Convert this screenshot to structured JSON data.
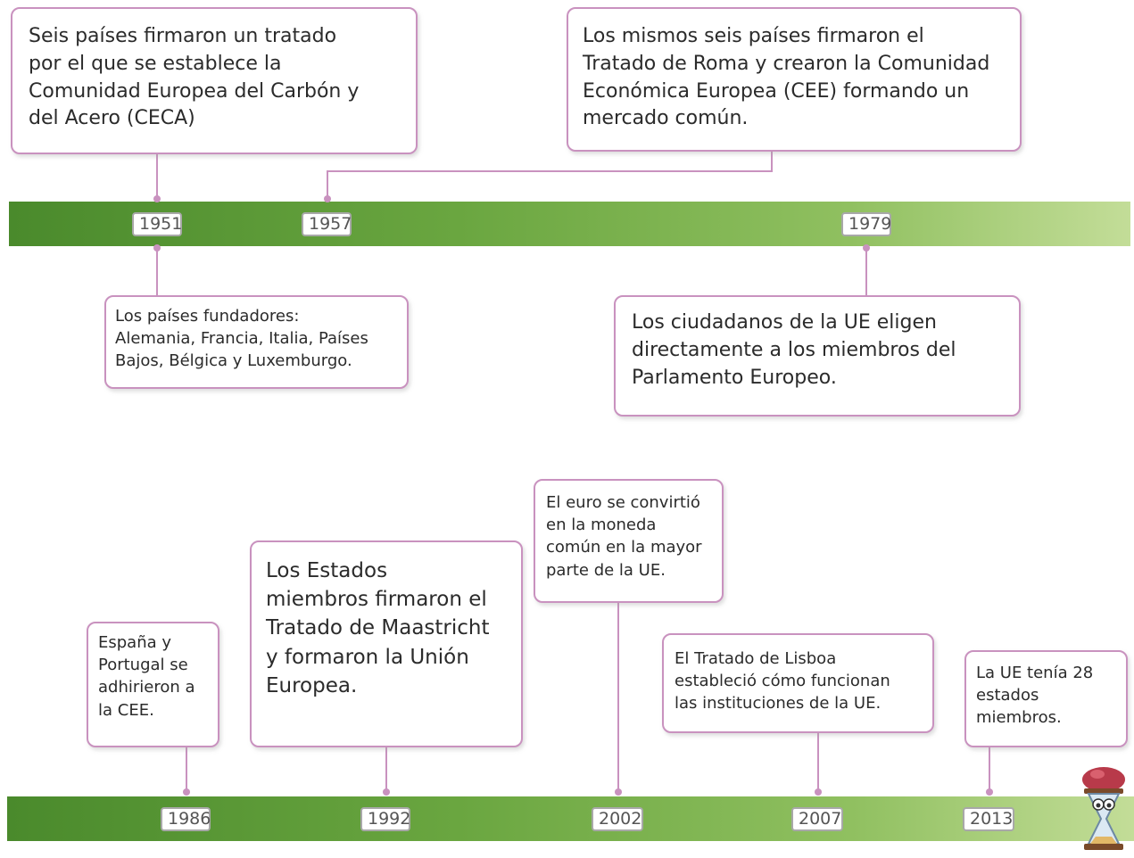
{
  "top_timeline": {
    "years": [
      "1951",
      "1957",
      "1979"
    ],
    "events": {
      "ceca": "Seis países  firmaron un tratado\npor el que se establece la\nComunidad Europea del Carbón y\ndel Acero (CECA)",
      "roma": "Los mismos seis países firmaron el\nTratado de Roma y crearon la Comunidad\nEconómica Europea (CEE) formando un\nmercado común.",
      "fundadores": "Los países fundadores:\nAlemania, Francia, Italia, Países\nBajos, Bélgica y Luxemburgo.",
      "parlamento": "Los ciudadanos de la UE eligen\ndirectamente a los miembros del\nParlamento Europeo."
    }
  },
  "bottom_timeline": {
    "years": [
      "1986",
      "1992",
      "2002",
      "2007",
      "2013"
    ],
    "events": {
      "espana": "España y\nPortugal se\nadhirieron a\nla CEE.",
      "maastricht": "Los Estados\nmiembros firmaron el\nTratado de Maastricht\ny formaron la Unión\nEuropea.",
      "euro": "El euro se convirtió\nen la moneda\ncomún en la mayor\nparte de la UE.",
      "lisboa": "El Tratado de Lisboa\nestableció cómo funcionan\nlas instituciones de la UE.",
      "ue28": "La UE tenía 28\nestados\nmiembros."
    }
  },
  "colors": {
    "bar_start": "#4a8a2c",
    "bar_end": "#c3dd98",
    "connector": "#c992bf",
    "box_border": "#c992bf"
  },
  "icons": [
    "hourglass-mascot-icon"
  ]
}
